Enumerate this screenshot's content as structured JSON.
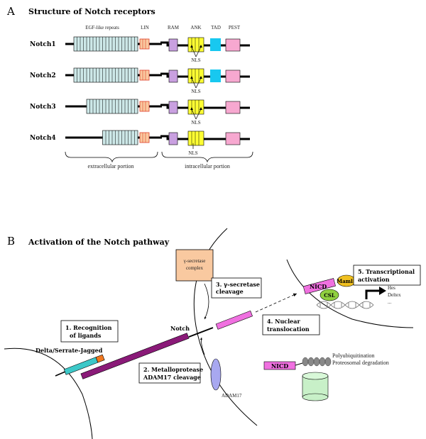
{
  "panel_a": {
    "letter": "A",
    "title": "Structure of Notch receptors",
    "domain_labels": {
      "egf": "EGF-like repeats",
      "lin": "LIN",
      "ram": "RAM",
      "ank": "ANK",
      "tad": "TAD",
      "pest": "PEST"
    },
    "receptors": [
      {
        "name": "Notch1",
        "egf_repeats": 20,
        "has_tad": true,
        "nls": "NLS"
      },
      {
        "name": "Notch2",
        "egf_repeats": 20,
        "has_tad": true,
        "nls": "NLS"
      },
      {
        "name": "Notch3",
        "egf_repeats": 16,
        "has_tad": false,
        "nls": "NLS"
      },
      {
        "name": "Notch4",
        "egf_repeats": 11,
        "has_tad": false,
        "nls": "NLS"
      }
    ],
    "extracellular_label": "extracellular portion",
    "intracellular_label": "intracellular portion"
  },
  "panel_b": {
    "letter": "B",
    "title": "Activation of the Notch pathway",
    "gamma_box": [
      "γ-secretase",
      "complex"
    ],
    "step1": [
      "1. Recognition",
      "of ligands"
    ],
    "step2": [
      "2. Metalloprotease",
      "ADAM17 cleavage"
    ],
    "step3": [
      "3. γ-secretase",
      "cleavage"
    ],
    "step4": [
      "4. Nuclear",
      "translocation"
    ],
    "step5": [
      "5. Transcriptional",
      "activation"
    ],
    "ligand_label": "Delta/Serrate-Jagged",
    "notch_label": "Notch",
    "adam17_label": "ADAM17",
    "nicd": "NICD",
    "maml": "Maml1",
    "csl": "CSL",
    "targets": [
      "Hes",
      "Deltex",
      "..."
    ],
    "degradation": [
      "Polyubiquitination",
      "Proteosomal degradation"
    ]
  },
  "colors": {
    "egf": "#cde8e8",
    "lin": "#f9c9a0",
    "lin_stroke": "#e0402a",
    "ram": "#c9a0e0",
    "ank": "#ffff33",
    "tad": "#18c8f0",
    "pest": "#f7a8d0",
    "notch_purple": "#8a1a78",
    "ligand_cyan": "#3cc8c8",
    "ligand_orange": "#f07820",
    "nicd": "#f070e0",
    "maml": "#f0c020",
    "csl": "#90d040",
    "gamma": "#f9c9a0",
    "adam17": "#a8a8f0",
    "proteasome": "#c8f0c8",
    "ubiquitin": "#888888"
  }
}
